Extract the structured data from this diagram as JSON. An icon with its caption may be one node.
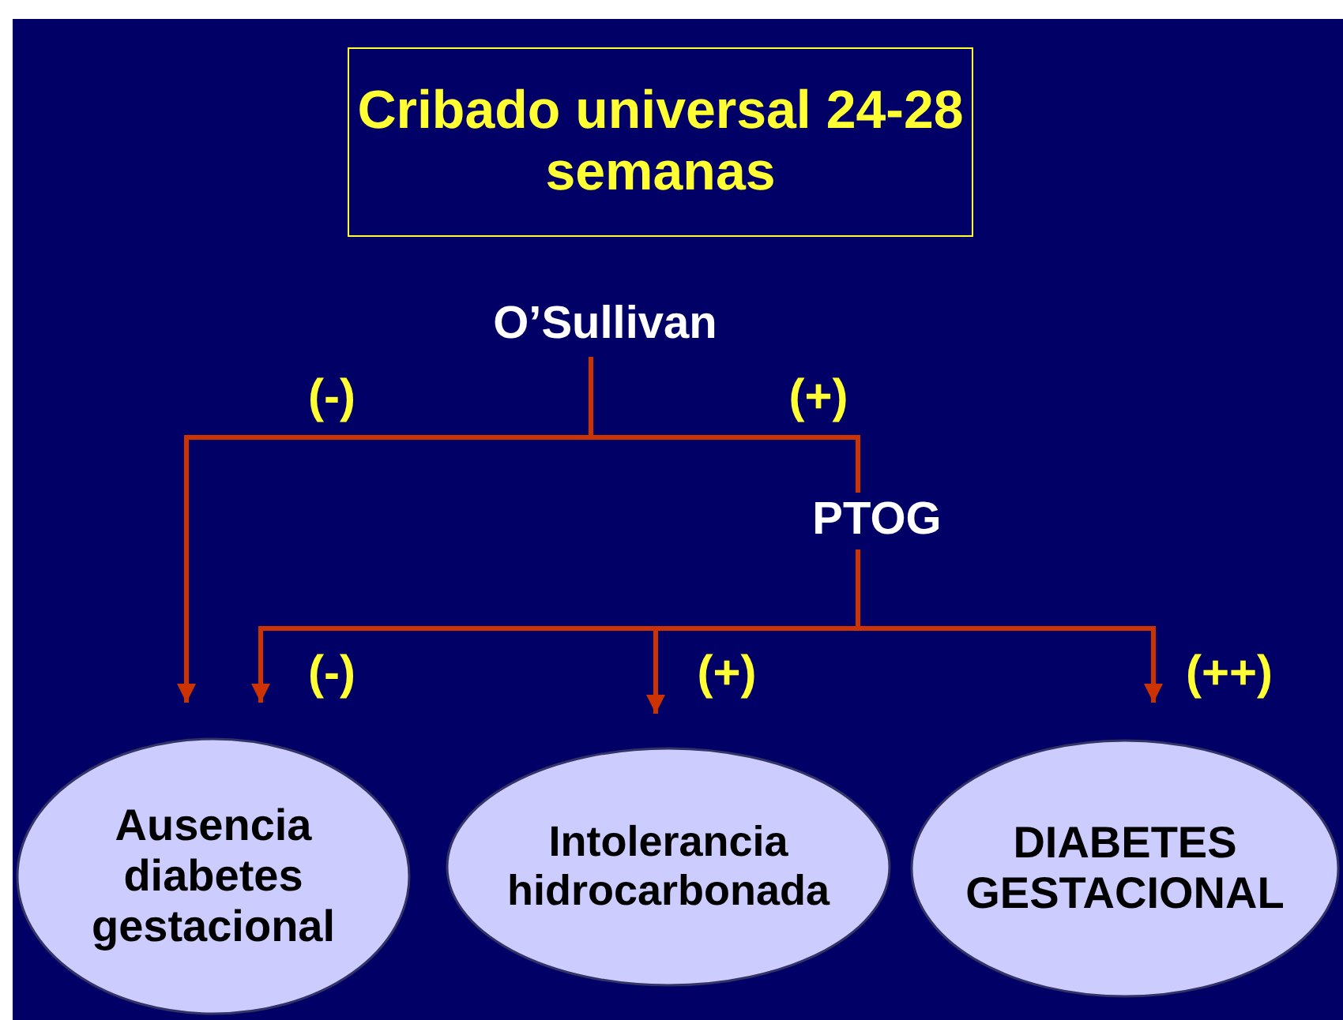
{
  "diagram": {
    "nodes": [
      {
        "text": [
          "Cribado universal 24-28 semanas"
        ]
      },
      {
        "text": [
          "O’Sullivan"
        ]
      },
      {
        "text": [
          "PTOG"
        ]
      },
      {
        "text": [
          "Ausencia diabetes gestacional"
        ]
      },
      {
        "text": [
          "Intolerancia hidrocarbonada"
        ]
      },
      {
        "text": [
          "DIABETES GESTACIONAL"
        ]
      }
    ],
    "edges": [
      {
        "from": 1,
        "to": 3,
        "arrow": "to",
        "label": "(-)"
      },
      {
        "from": 1,
        "to": 2,
        "arrow": "none",
        "label": "(+)"
      },
      {
        "from": 2,
        "to": 3,
        "arrow": "to",
        "label": "(-)"
      },
      {
        "from": 2,
        "to": 4,
        "arrow": "to",
        "label": "(+)"
      },
      {
        "from": 2,
        "to": 5,
        "arrow": "to",
        "label": "(++)"
      }
    ]
  }
}
